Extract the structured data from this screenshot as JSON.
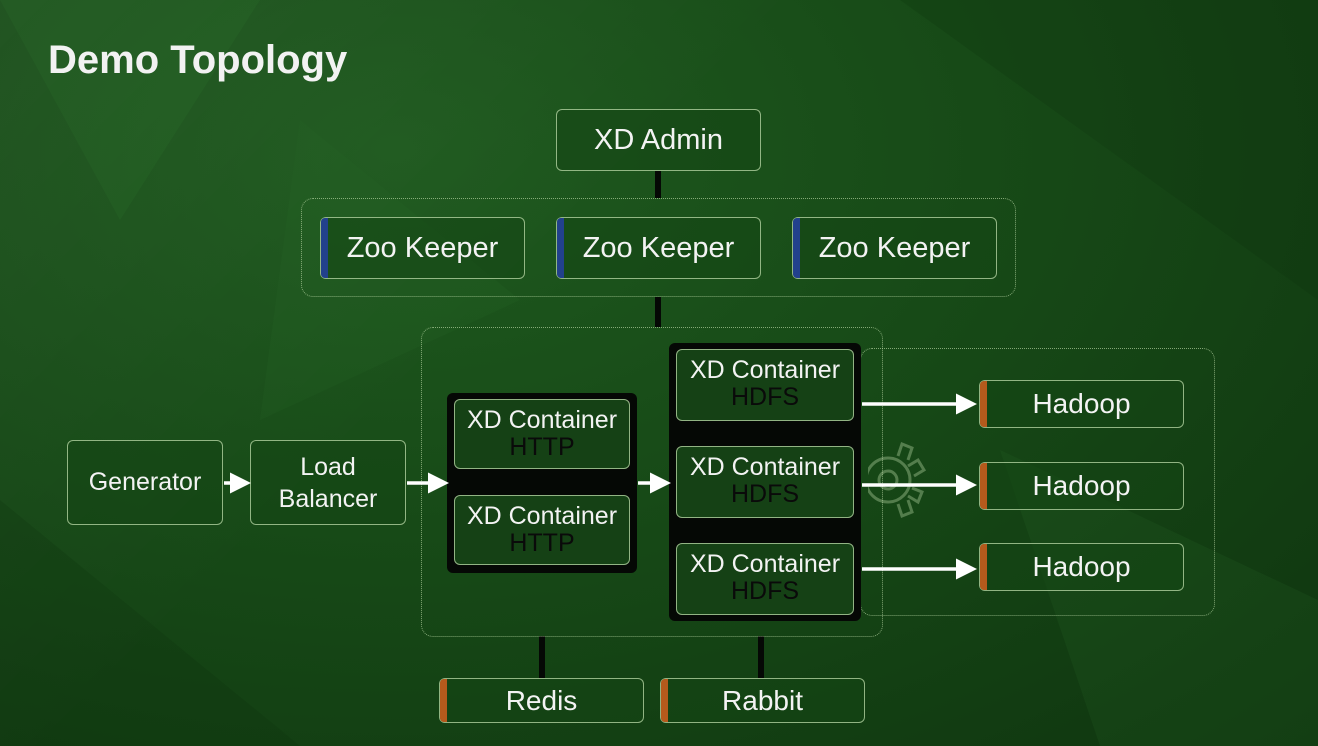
{
  "title": "Demo Topology",
  "xd_admin": "XD Admin",
  "zookeepers": [
    "Zoo Keeper",
    "Zoo Keeper",
    "Zoo Keeper"
  ],
  "generator": "Generator",
  "load_balancer": [
    "Load",
    "Balancer"
  ],
  "http_containers": [
    {
      "name": "XD Container",
      "sub": "HTTP"
    },
    {
      "name": "XD Container",
      "sub": "HTTP"
    }
  ],
  "hdfs_containers": [
    {
      "name": "XD Container",
      "sub": "HDFS"
    },
    {
      "name": "XD Container",
      "sub": "HDFS"
    },
    {
      "name": "XD Container",
      "sub": "HDFS"
    }
  ],
  "hadoop": [
    "Hadoop",
    "Hadoop",
    "Hadoop"
  ],
  "redis": "Redis",
  "rabbit": "Rabbit",
  "colors": {
    "background": "#174a17",
    "zookeeper_accent": "#22418c",
    "store_accent": "#b55a1c"
  }
}
